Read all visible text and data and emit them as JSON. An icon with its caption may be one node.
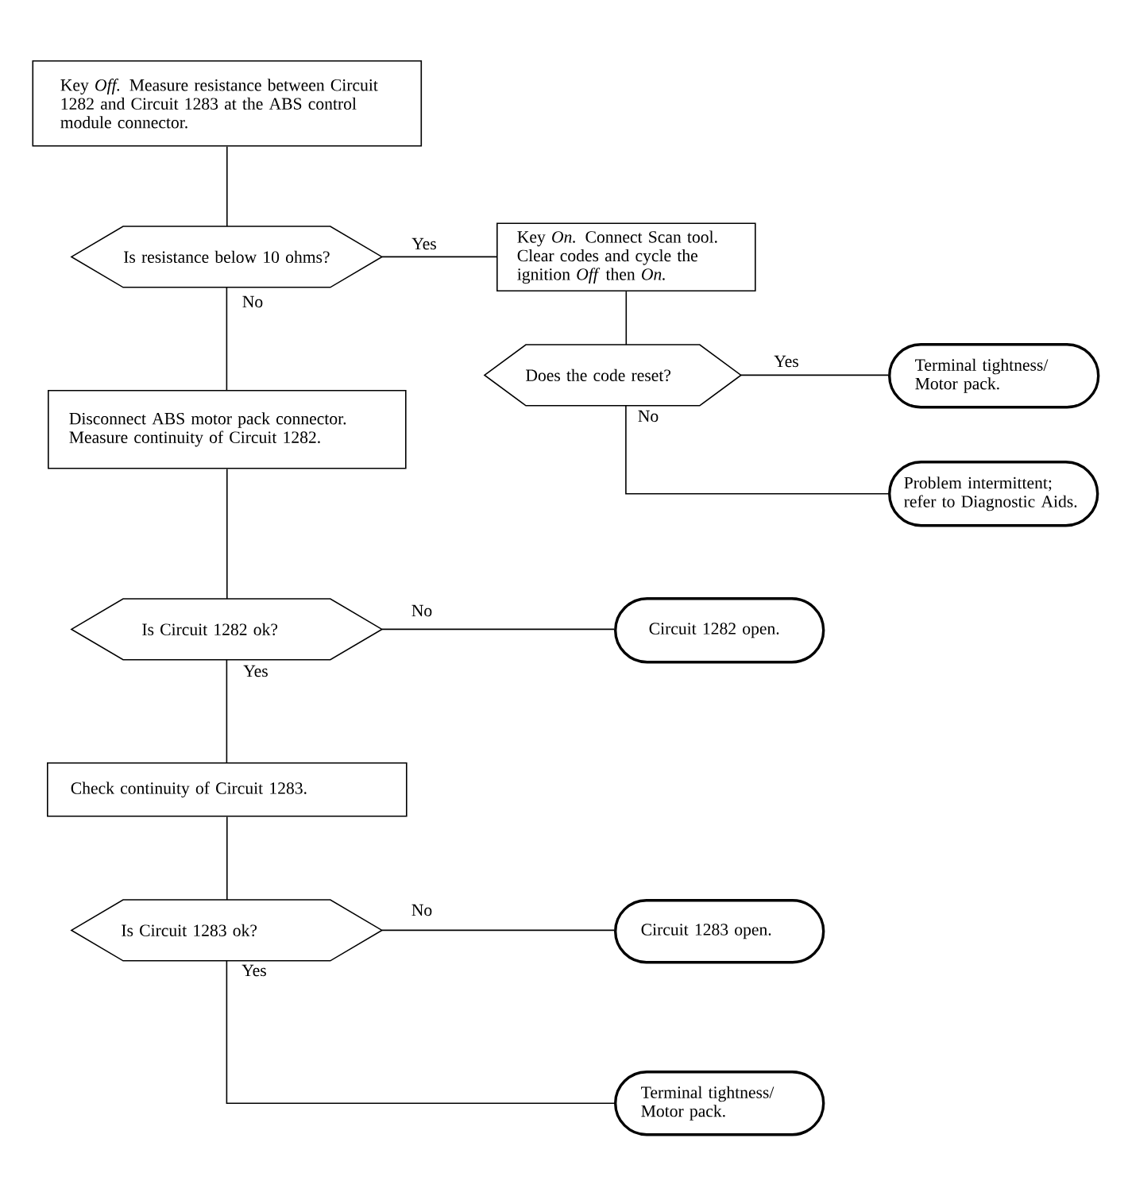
{
  "diagram": {
    "nodes": [
      {
        "text": [
          "Key *Off.* Measure resistance between Circuit 1282 and Circuit 1283 at the ABS control module connector."
        ]
      },
      {
        "text": [
          "Is resistance below 10 ohms?"
        ]
      },
      {
        "text": [
          "Key *On.* Connect Scan tool. Clear codes and cycle the ignition *Off* then *On.*"
        ]
      },
      {
        "text": [
          "Does the code reset?"
        ]
      },
      {
        "text": [
          "Terminal tightness/ Motor pack."
        ]
      },
      {
        "text": [
          "Problem intermittent; refer to Diagnostic Aids."
        ]
      },
      {
        "text": [
          "Disconnect ABS motor pack connector. Measure continuity of Circuit 1282."
        ]
      },
      {
        "text": [
          "Is Circuit 1282 ok?"
        ]
      },
      {
        "text": [
          "Circuit 1282 open."
        ]
      },
      {
        "text": [
          "Check continuity of Circuit 1283."
        ]
      },
      {
        "text": [
          "Is Circuit 1283 ok?"
        ]
      },
      {
        "text": [
          "Circuit 1283 open."
        ]
      },
      {
        "text": [
          "Terminal tightness/ Motor pack."
        ]
      }
    ],
    "edges": [
      {
        "from": 0,
        "to": 1,
        "arrow": "none"
      },
      {
        "from": 1,
        "to": 2,
        "arrow": "none",
        "label": "Yes"
      },
      {
        "from": 1,
        "to": 6,
        "arrow": "none",
        "label": "No"
      },
      {
        "from": 2,
        "to": 3,
        "arrow": "none"
      },
      {
        "from": 3,
        "to": 4,
        "arrow": "none",
        "label": "Yes"
      },
      {
        "from": 3,
        "to": 5,
        "arrow": "none",
        "label": "No"
      },
      {
        "from": 6,
        "to": 7,
        "arrow": "none"
      },
      {
        "from": 7,
        "to": 8,
        "arrow": "none",
        "label": "No"
      },
      {
        "from": 7,
        "to": 9,
        "arrow": "none",
        "label": "Yes"
      },
      {
        "from": 9,
        "to": 10,
        "arrow": "none"
      },
      {
        "from": 10,
        "to": 11,
        "arrow": "none",
        "label": "No"
      },
      {
        "from": 10,
        "to": 12,
        "arrow": "none",
        "label": "Yes"
      }
    ]
  }
}
